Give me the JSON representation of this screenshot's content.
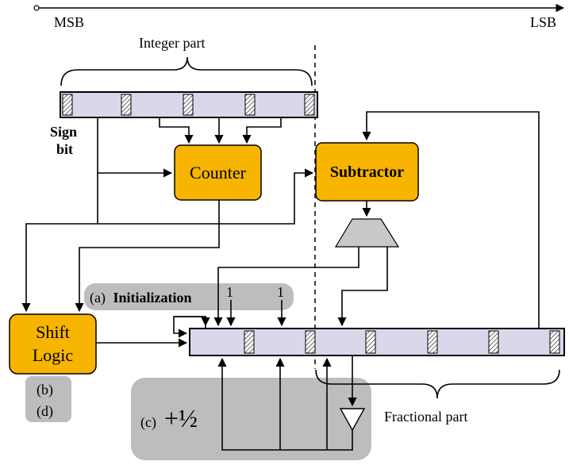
{
  "scale": {
    "msb": "MSB",
    "lsb": "LSB"
  },
  "groups": {
    "integer": "Integer part",
    "fractional": "Fractional part"
  },
  "labels": {
    "sign_bit_line1": "Sign",
    "sign_bit_line2": "bit"
  },
  "blocks": {
    "counter": "Counter",
    "subtractor": "Subtractor",
    "shift_logic_line1": "Shift",
    "shift_logic_line2": "Logic"
  },
  "annotations": {
    "a_prefix": "(a)",
    "a_bold": "Initialization",
    "one_left": "1",
    "one_right": "1",
    "b": "(b)",
    "d": "(d)",
    "c_prefix": "(c)",
    "plus_half": "+½"
  },
  "colors": {
    "block_fill": "#f7b400",
    "register_fill": "#dcd6ea",
    "annotation_fill": "#bdbdbd",
    "mux_fill": "#c8c8c8"
  }
}
